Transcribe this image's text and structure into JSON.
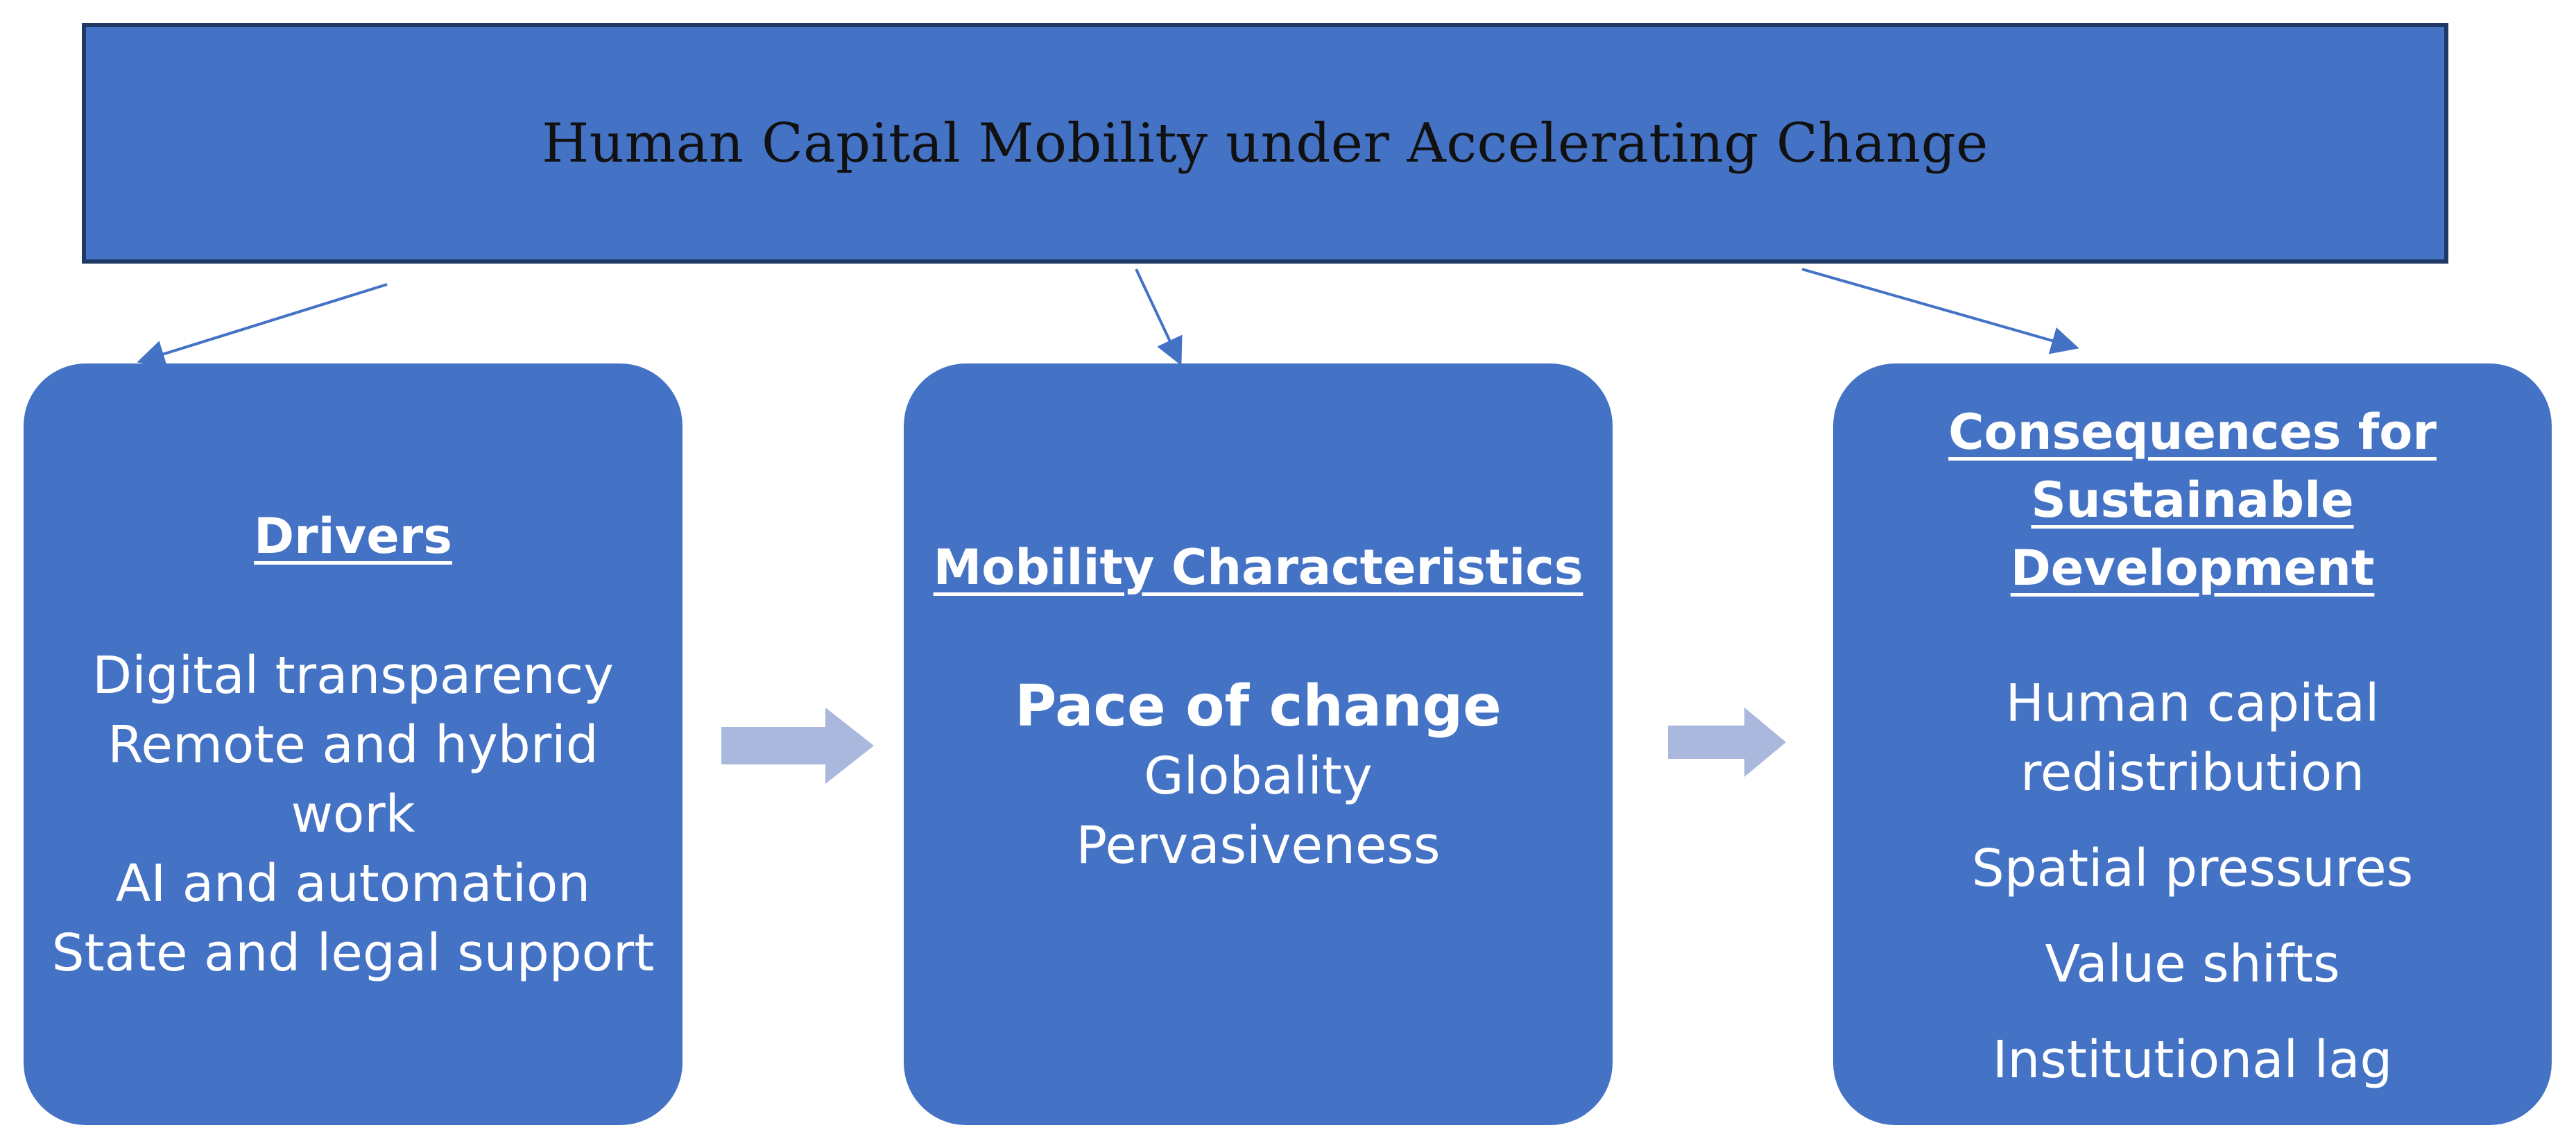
{
  "title": "Human Capital Mobility under Accelerating Change",
  "drivers": {
    "heading": "Drivers",
    "items": [
      "Digital transparency",
      "Remote and hybrid work",
      "AI and automation",
      "State and legal support"
    ]
  },
  "mobility": {
    "heading": "Mobility Characteristics",
    "emphasis": "Pace of change",
    "items": [
      "Globality",
      "Pervasiveness"
    ]
  },
  "consequences": {
    "heading": "Consequences for Sustainable Development",
    "items": [
      "Human capital",
      "redistribution",
      "Spatial pressures",
      "Value shifts",
      "Institutional lag"
    ]
  },
  "colors": {
    "box_fill": "#4472c4",
    "box_border": "#1f3864",
    "connector": "#4472c4",
    "block_arrow": "#a9b8dc",
    "text_light": "#ffffff",
    "text_dark": "#111111"
  }
}
